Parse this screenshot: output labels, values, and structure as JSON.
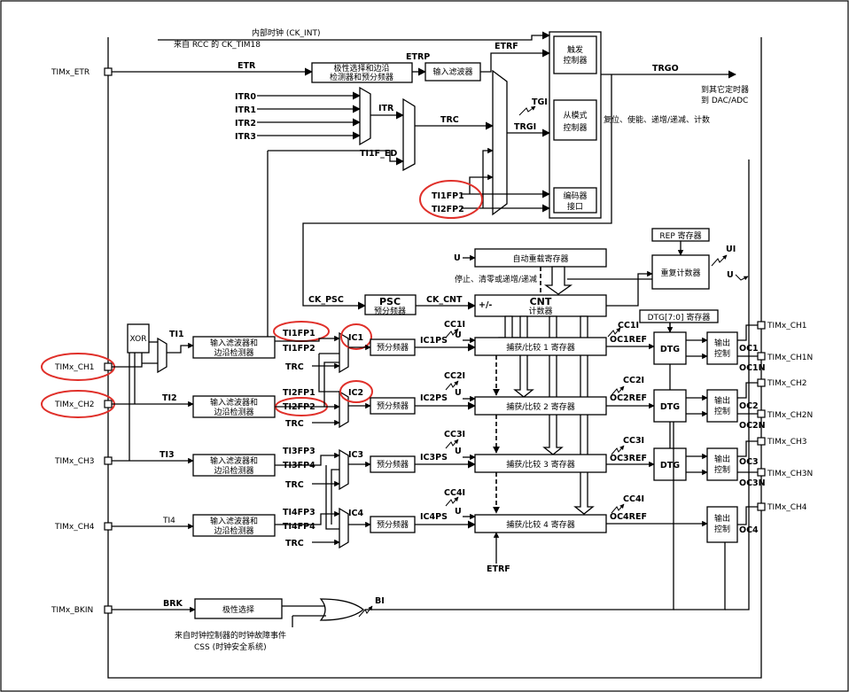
{
  "clock": {
    "internal": "内部时钟 (CK_INT)",
    "from_rcc": "来自 RCC 的 CK_TIM18",
    "ck_psc": "CK_PSC",
    "ck_cnt": "CK_CNT"
  },
  "pins": {
    "etr": "TIMx_ETR",
    "ch1": "TIMx_CH1",
    "ch2": "TIMx_CH2",
    "ch3": "TIMx_CH3",
    "ch4": "TIMx_CH4",
    "bkin": "TIMx_BKIN",
    "out_ch1": "TIMx_CH1",
    "out_ch1n": "TIMx_CH1N",
    "out_ch2": "TIMx_CH2",
    "out_ch2n": "TIMx_CH2N",
    "out_ch3": "TIMx_CH3",
    "out_ch3n": "TIMx_CH3N",
    "out_ch4": "TIMx_CH4"
  },
  "signals": {
    "etr": "ETR",
    "etrp": "ETRP",
    "etrf": "ETRF",
    "etrf_bottom": "ETRF",
    "itr0": "ITR0",
    "itr1": "ITR1",
    "itr2": "ITR2",
    "itr3": "ITR3",
    "itr": "ITR",
    "trc": "TRC",
    "trgi": "TRGI",
    "tgi": "TGI",
    "ti1f_ed": "TI1F_ED",
    "ti1fp1_top": "TI1FP1",
    "ti2fp2_top": "TI2FP2",
    "trgo": "TRGO",
    "trgo_dest_1": "到其它定时器",
    "trgo_dest_2": "到 DAC/ADC",
    "slave_ctrl_note": "复位、使能、递增/递减、计数",
    "u_reload": "U",
    "u_rep": "U",
    "ui": "UI",
    "stop_clear": "停止、清零或递增/递减",
    "plus_minus": "+/-",
    "xor": "XOR",
    "ti1": "TI1",
    "ti2": "TI2",
    "ti3": "TI3",
    "ti4": "TI4",
    "ti1fp1": "TI1FP1",
    "ti1fp2": "TI1FP2",
    "ti2fp1": "TI2FP1",
    "ti2fp2": "TI2FP2",
    "ti3fp3": "TI3FP3",
    "ti3fp4": "TI3FP4",
    "ti4fp3": "TI4FP3",
    "ti4fp4": "TI4FP4",
    "trc1": "TRC",
    "trc2": "TRC",
    "trc3": "TRC",
    "trc4": "TRC",
    "ic1": "IC1",
    "ic2": "IC2",
    "ic3": "IC3",
    "ic4": "IC4",
    "ic1ps": "IC1PS",
    "ic2ps": "IC2PS",
    "ic3ps": "IC3PS",
    "ic4ps": "IC4PS",
    "cc1i": "CC1I",
    "cc2i": "CC2I",
    "cc3i": "CC3I",
    "cc4i": "CC4I",
    "cc1i_out": "CC1I",
    "cc2i_out": "CC2I",
    "cc3i_out": "CC3I",
    "cc4i_out": "CC4I",
    "u1": "U",
    "u2": "U",
    "u3": "U",
    "u4": "U",
    "oc1ref": "OC1REF",
    "oc2ref": "OC2REF",
    "oc3ref": "OC3REF",
    "oc4ref": "OC4REF",
    "oc1": "OC1",
    "oc1n": "OC1N",
    "oc2": "OC2",
    "oc2n": "OC2N",
    "oc3": "OC3",
    "oc3n": "OC3N",
    "oc4": "OC4",
    "brk": "BRK",
    "bi": "BI",
    "css_1": "来自时钟控制器的时钟故障事件",
    "css_2": "CSS (时钟安全系统)"
  },
  "blocks": {
    "etr_filter_1": "极性选择和边沿",
    "etr_filter_2": "检测器和预分频器",
    "input_filter": "输入滤波器",
    "trigger_ctrl_1": "触发",
    "trigger_ctrl_2": "控制器",
    "slave_ctrl_1": "从模式",
    "slave_ctrl_2": "控制器",
    "encoder_1": "编码器",
    "encoder_2": "接口",
    "auto_reload": "自动重载寄存器",
    "rep_reg": "REP 寄存器",
    "rep_counter": "重复计数器",
    "psc": "PSC",
    "psc_sub": "预分频器",
    "cnt": "CNT",
    "cnt_sub": "计数器",
    "dtg_reg": "DTG[7:0] 寄存器",
    "dtg": "DTG",
    "in_filter_1": "输入滤波器和",
    "in_filter_2": "边沿检测器",
    "prescaler": "预分频器",
    "cc1": "捕获/比较 1 寄存器",
    "cc2": "捕获/比较 2 寄存器",
    "cc3": "捕获/比较 3 寄存器",
    "cc4": "捕获/比较 4 寄存器",
    "out_ctrl_1": "输出",
    "out_ctrl_2": "控制",
    "polarity": "极性选择"
  }
}
